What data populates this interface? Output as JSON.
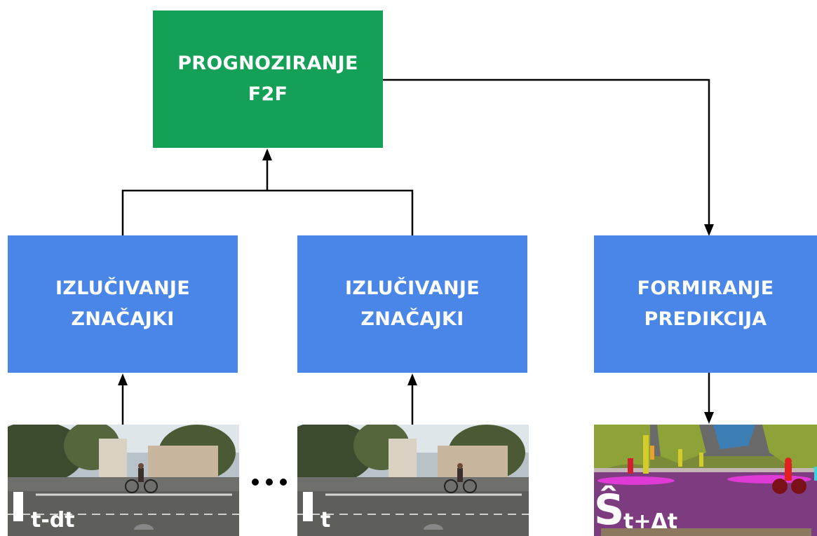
{
  "boxes": {
    "forecast": {
      "line1": "PROGNOZIRANJE",
      "line2": "F2F"
    },
    "feature_left": {
      "line1": "IZLUČIVANJE",
      "line2": "ZNAČAJKI"
    },
    "feature_right": {
      "line1": "IZLUČIVANJE",
      "line2": "ZNAČAJKI"
    },
    "prediction": {
      "line1": "FORMIRANJE",
      "line2": "PREDIKCIJA"
    }
  },
  "frames": {
    "input_past": {
      "symbol": "I",
      "subscript": "t-dt"
    },
    "input_current": {
      "symbol": "I",
      "subscript": "t"
    },
    "output": {
      "symbol": "Ŝ",
      "subscript": "t+Δt"
    }
  },
  "colors": {
    "forecast_box": "#14a057",
    "feature_box": "#4a86e8",
    "arrow": "#000000"
  }
}
